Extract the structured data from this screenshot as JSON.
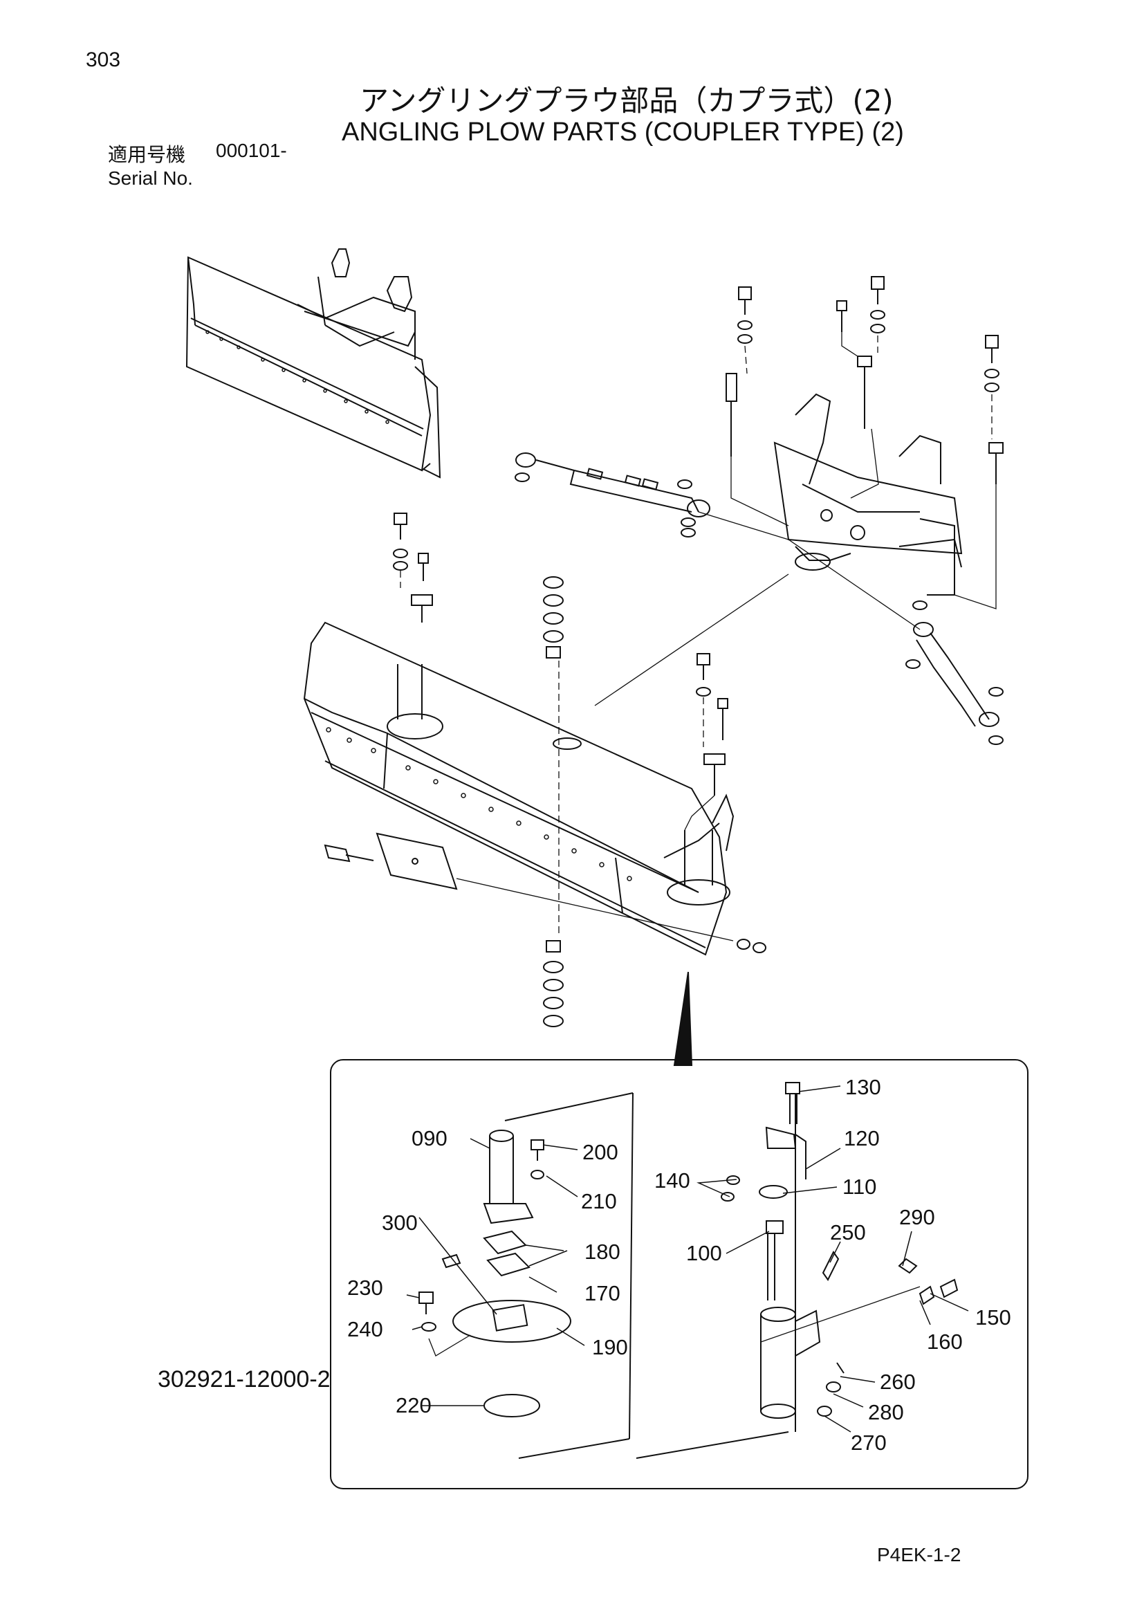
{
  "header": {
    "page_number": "303",
    "title_jp": "アングリングプラウ部品（カプラ式）(2)",
    "title_en": "ANGLING PLOW PARTS (COUPLER TYPE) (2)",
    "serial_label_jp": "適用号機",
    "serial_range": "000101-",
    "serial_label_en": "Serial No."
  },
  "callouts": {
    "c090": "090",
    "c100": "100",
    "c110": "110",
    "c120": "120",
    "c130": "130",
    "c140": "140",
    "c150": "150",
    "c160": "160",
    "c170": "170",
    "c180": "180",
    "c190": "190",
    "c200": "200",
    "c210": "210",
    "c220": "220",
    "c230": "230",
    "c240": "240",
    "c250": "250",
    "c260": "260",
    "c270": "270",
    "c280": "280",
    "c290": "290",
    "c300": "300"
  },
  "footer": {
    "doc_code": "302921-12000-2",
    "page_code": "P4EK-1-2"
  }
}
